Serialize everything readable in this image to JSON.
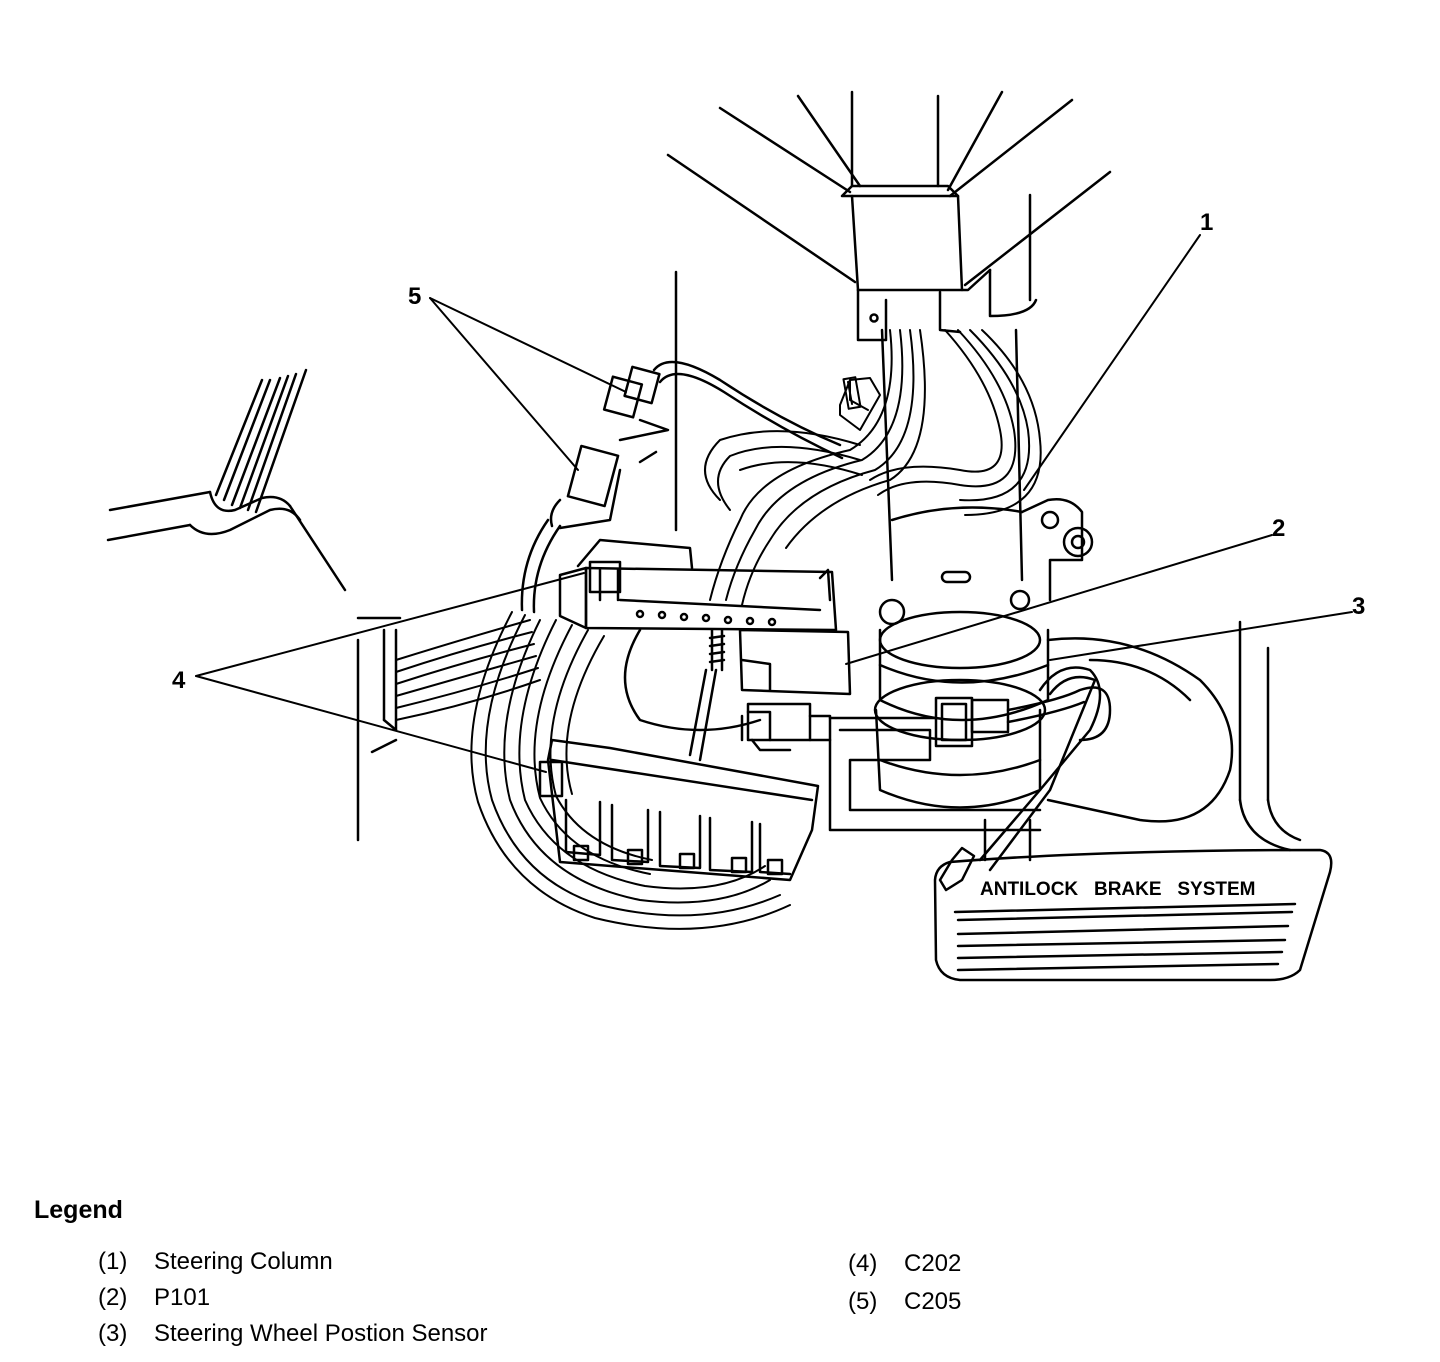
{
  "diagram": {
    "callouts": [
      "1",
      "2",
      "3",
      "4",
      "5"
    ],
    "pedal_label": "ANTILOCK   BRAKE   SYSTEM"
  },
  "legend": {
    "title": "Legend",
    "items": [
      {
        "num": "(1)",
        "label": "Steering Column"
      },
      {
        "num": "(2)",
        "label": "P101"
      },
      {
        "num": "(3)",
        "label": "Steering Wheel Postion Sensor"
      },
      {
        "num": "(4)",
        "label": "C202"
      },
      {
        "num": "(5)",
        "label": "C205"
      }
    ]
  }
}
